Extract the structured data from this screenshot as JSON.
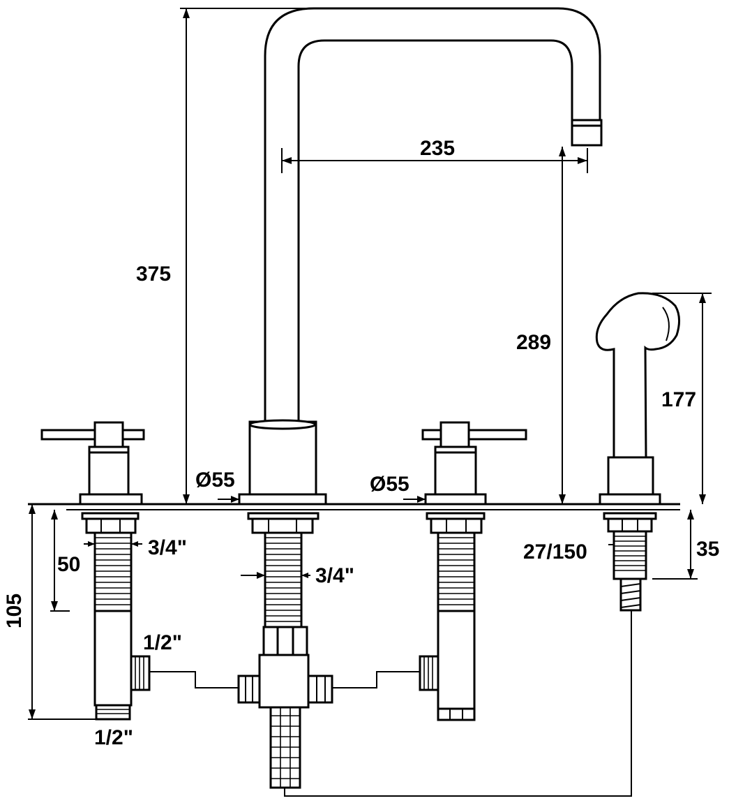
{
  "dimensions": {
    "height_total": "375",
    "reach": "235",
    "spout_clearance": "289",
    "spray_height": "177",
    "diameter_left": "Ø55",
    "diameter_right": "Ø55",
    "under_height": "105",
    "under_thread_length": "50",
    "thread_left": "3/4\"",
    "thread_center": "3/4\"",
    "outlet_side": "1/2\"",
    "outlet_bottom": "1/2\"",
    "spray_shank": "27/150",
    "spray_shank_height": "35"
  },
  "colors": {
    "line": "#000000",
    "background": "#ffffff"
  }
}
